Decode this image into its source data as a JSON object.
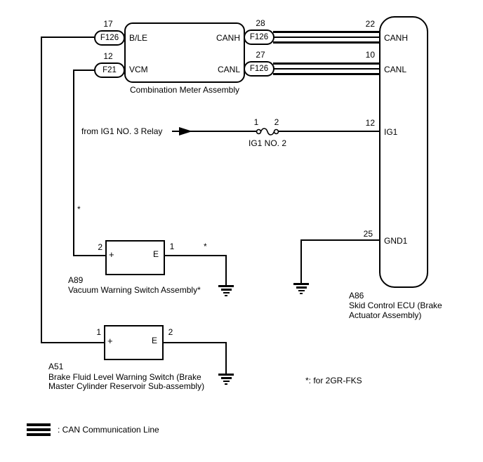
{
  "diagram": {
    "combination_meter": {
      "name": "Combination Meter Assembly",
      "pin_ble": {
        "num": "17",
        "conn": "F126",
        "label": "B/LE"
      },
      "pin_vcm": {
        "num": "12",
        "conn": "F21",
        "label": "VCM"
      },
      "pin_canh": {
        "num": "28",
        "conn": "F126",
        "label": "CANH"
      },
      "pin_canl": {
        "num": "27",
        "conn": "F126",
        "label": "CANL"
      }
    },
    "ecu": {
      "code": "A86",
      "name_line1": "Skid Control ECU (Brake",
      "name_line2": "Actuator Assembly)",
      "pin_canh": {
        "num": "22",
        "label": "CANH"
      },
      "pin_canl": {
        "num": "10",
        "label": "CANL"
      },
      "pin_ig1": {
        "num": "12",
        "label": "IG1"
      },
      "pin_gnd1": {
        "num": "25",
        "label": "GND1"
      }
    },
    "ig1": {
      "source": "from IG1 NO. 3 Relay",
      "fuse_name": "IG1 NO. 2",
      "fuse_pin1": "1",
      "fuse_pin2": "2"
    },
    "a89": {
      "code": "A89",
      "name": "Vacuum Warning Switch Assembly*",
      "pin_left": "2",
      "pin_right": "1",
      "term_plus": "+",
      "term_e": "E"
    },
    "a51": {
      "code": "A51",
      "name_line1": "Brake Fluid Level Warning Switch (Brake",
      "name_line2": "Master Cylinder Reservoir Sub-assembly)",
      "pin_left": "1",
      "pin_right": "2",
      "term_plus": "+",
      "term_e": "E"
    },
    "asterisks": {
      "vcm_line": "*",
      "a89_wire": "*"
    },
    "footnote": "*: for 2GR-FKS",
    "legend": ": CAN Communication Line"
  }
}
